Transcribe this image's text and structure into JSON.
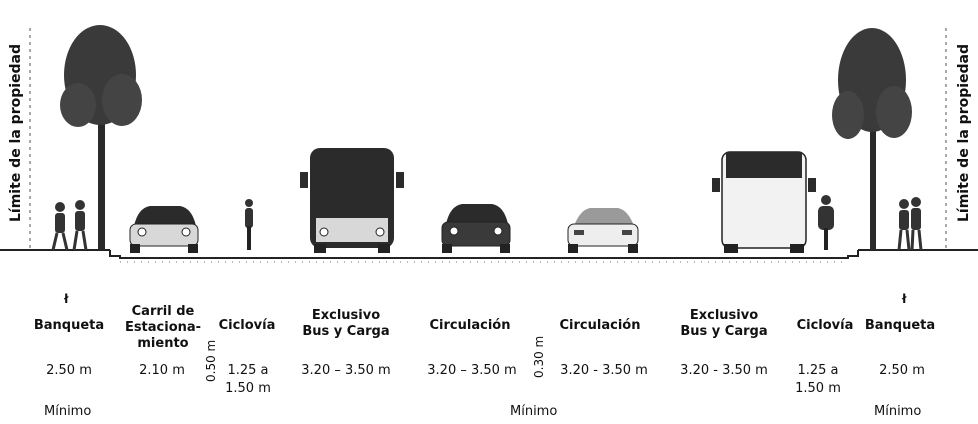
{
  "boundary_left": "Límite de la propiedad",
  "boundary_right": "Límite de la propiedad",
  "lanes": [
    {
      "label": "Banqueta",
      "value": "2.50 m"
    },
    {
      "label": "Carril de\nEstaciona-\nmiento",
      "value": "2.10 m"
    },
    {
      "label": "Ciclovía",
      "value": "1.25 a\n1.50 m"
    },
    {
      "label": "Exclusivo\nBus y Carga",
      "value": "3.20 – 3.50 m"
    },
    {
      "label": "Circulación",
      "value": "3.20 – 3.50 m"
    },
    {
      "label": "Circulación",
      "value": "3.20 - 3.50 m"
    },
    {
      "label": "Exclusivo\nBus y Carga",
      "value": "3.20 - 3.50 m"
    },
    {
      "label": "Ciclovía",
      "value": "1.25 a\n1.50 m"
    },
    {
      "label": "Banqueta",
      "value": "2.50 m"
    }
  ],
  "separators": [
    "0.50 m",
    "0.30 m"
  ],
  "minimo": [
    "Mínimo",
    "Mínimo",
    "Mínimo"
  ],
  "colors": {
    "ink": "#111111",
    "ground": "#222222",
    "tree": "#3a3a3a",
    "vehicle": "#2b2b2b"
  }
}
